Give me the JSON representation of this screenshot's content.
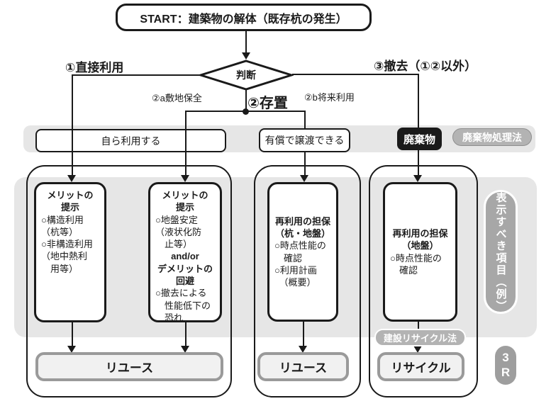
{
  "colors": {
    "ink": "#1a1a1a",
    "panel-gray": "#e6e6e6",
    "pill-gray": "#b3b3b3",
    "pill-border": "#8f8f8f",
    "capsule-gray": "#a7a7a7",
    "badge-gray": "#9e9e9e",
    "outcome-fill": "#f1f1f1",
    "outcome-border": "#9a9a9a"
  },
  "start": {
    "label": "START：建築物の解体（既存杭の発生）"
  },
  "decision": {
    "label": "判断"
  },
  "branches": {
    "direct_use": "①直接利用",
    "preserve": "②存置",
    "preserve_site": "②a敷地保全",
    "preserve_future": "②b将来利用",
    "removal": "③撤去（①②以外）"
  },
  "band": {
    "self_use": "自ら利用する",
    "paid_transfer": "有償で譲渡できる",
    "waste": "廃棄物",
    "waste_law": "廃棄物処理法"
  },
  "panel": {
    "side_label": "表示すべき項目（例）",
    "boxes": [
      {
        "heading": [
          "メリットの",
          "提示"
        ],
        "body": [
          "○構造利用",
          "（杭等）",
          "○非構造利用",
          "（地中熱利",
          "　用等）"
        ]
      },
      {
        "heading": [
          "メリットの",
          "提示"
        ],
        "body": [
          "○地盤安定",
          "（液状化防",
          "　止等）"
        ],
        "mid": "and/or",
        "heading2": [
          "デメリットの",
          "回避"
        ],
        "body2": [
          "○撤去による",
          "　性能低下の",
          "　恐れ"
        ]
      },
      {
        "heading": [
          "再利用の担保",
          "（杭・地盤）"
        ],
        "body": [
          "○時点性能の",
          "　確認",
          "○利用計画",
          "　（概要）"
        ]
      },
      {
        "heading": [
          "再利用の担保",
          "（地盤）"
        ],
        "body": [
          "○時点性能の",
          "　確認"
        ]
      }
    ]
  },
  "outcomes": {
    "reuse_left": "リユース",
    "reuse_mid": "リユース",
    "recycle": "リサイクル",
    "recycle_law": "建設リサイクル法",
    "three_r": [
      "3",
      "R"
    ]
  }
}
